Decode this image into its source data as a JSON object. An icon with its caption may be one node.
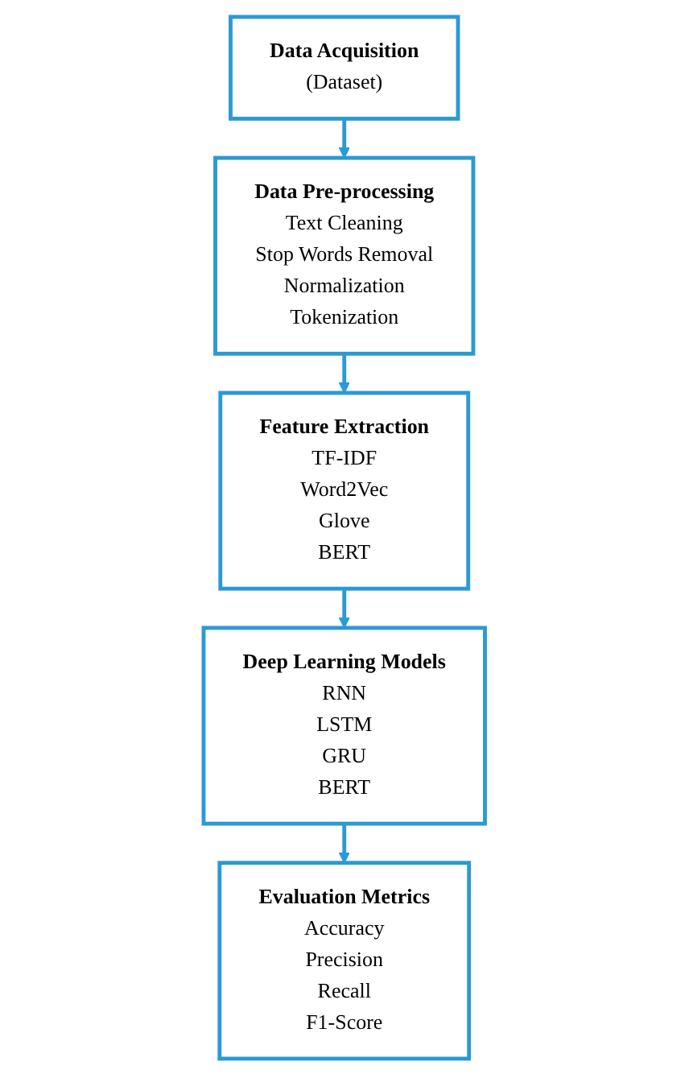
{
  "diagram": {
    "nodes": [
      {
        "text": [
          "Data Acquisition",
          "(Dataset)"
        ]
      },
      {
        "text": [
          "Data Pre-processing",
          "Text Cleaning",
          "Stop Words Removal",
          "Normalization",
          "Tokenization"
        ]
      },
      {
        "text": [
          "Feature Extraction",
          "TF-IDF",
          "Word2Vec",
          "Glove",
          "BERT"
        ]
      },
      {
        "text": [
          "Deep Learning Models",
          "RNN",
          "LSTM",
          "GRU",
          "BERT"
        ]
      },
      {
        "text": [
          "Evaluation Metrics",
          "Accuracy",
          "Precision",
          "Recall",
          "F1-Score"
        ]
      }
    ],
    "edges": [
      {
        "from": 0,
        "to": 1,
        "arrow": "to"
      },
      {
        "from": 1,
        "to": 2,
        "arrow": "to"
      },
      {
        "from": 2,
        "to": 3,
        "arrow": "to"
      },
      {
        "from": 3,
        "to": 4,
        "arrow": "to"
      }
    ]
  }
}
